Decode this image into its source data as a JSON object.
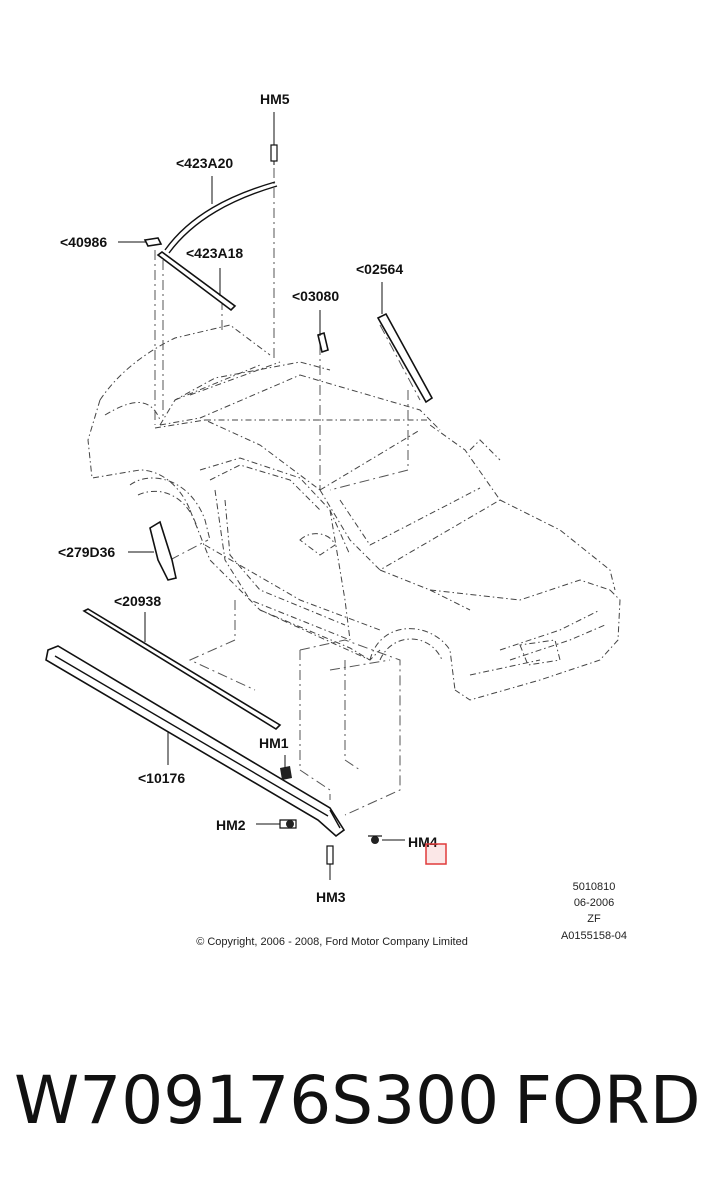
{
  "diagram": {
    "callouts": {
      "hm5": "HM5",
      "p423a20": "<423A20",
      "p40986": "<40986",
      "p423a18": "<423A18",
      "p02564": "<02564",
      "p03080": "<03080",
      "p279d36": "<279D36",
      "p20938": "<20938",
      "hm1": "HM1",
      "p10176": "<10176",
      "hm2": "HM2",
      "hm4": "HM4",
      "hm3": "HM3"
    },
    "copyright": "© Copyright, 2006 - 2008, Ford Motor Company Limited",
    "info": {
      "line1": "5010810",
      "line2": "06-2006",
      "line3": "ZF",
      "line4": "A0155158-04"
    },
    "highlight_color": "#e03a3a"
  },
  "caption": {
    "part_number": "W709176S300",
    "brand": "FORD"
  }
}
